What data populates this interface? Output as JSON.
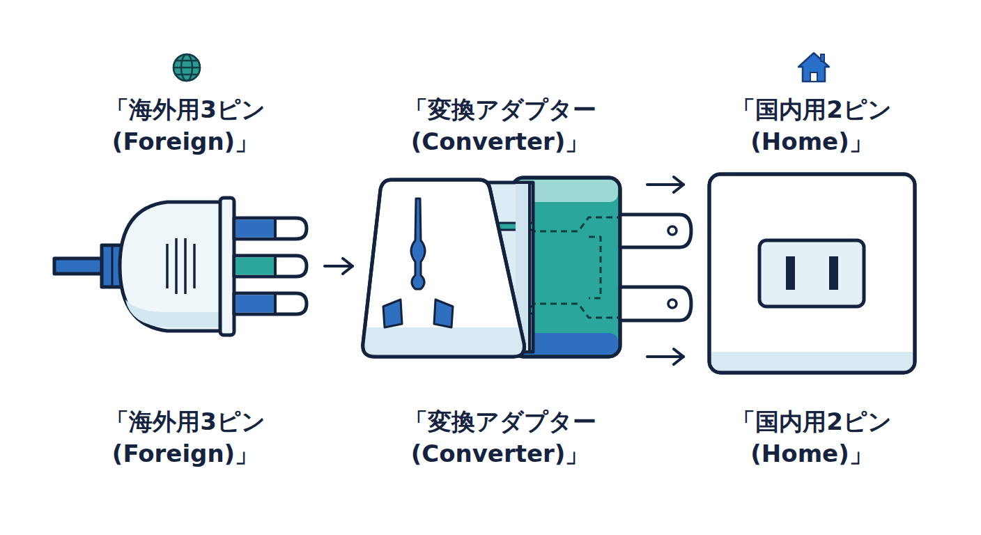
{
  "diagram": {
    "nodes": [
      {
        "text": [
          "「海外用3ピン (Foreign)」",
          "「海外用3ピン (Foreign)」"
        ]
      },
      {
        "text": [
          "「変換アダプター (Converter)」",
          "「変換アダプター (Converter)」"
        ]
      },
      {
        "text": [
          "「国内用2ピン (Home)」",
          "「国内用2ピン (Home)」"
        ]
      }
    ],
    "edges": [
      {
        "from": 0,
        "to": 1,
        "arrow": "to"
      },
      {
        "from": 1,
        "to": 2,
        "arrow": "to"
      },
      {
        "from": 1,
        "to": 2,
        "arrow": "to"
      }
    ]
  }
}
